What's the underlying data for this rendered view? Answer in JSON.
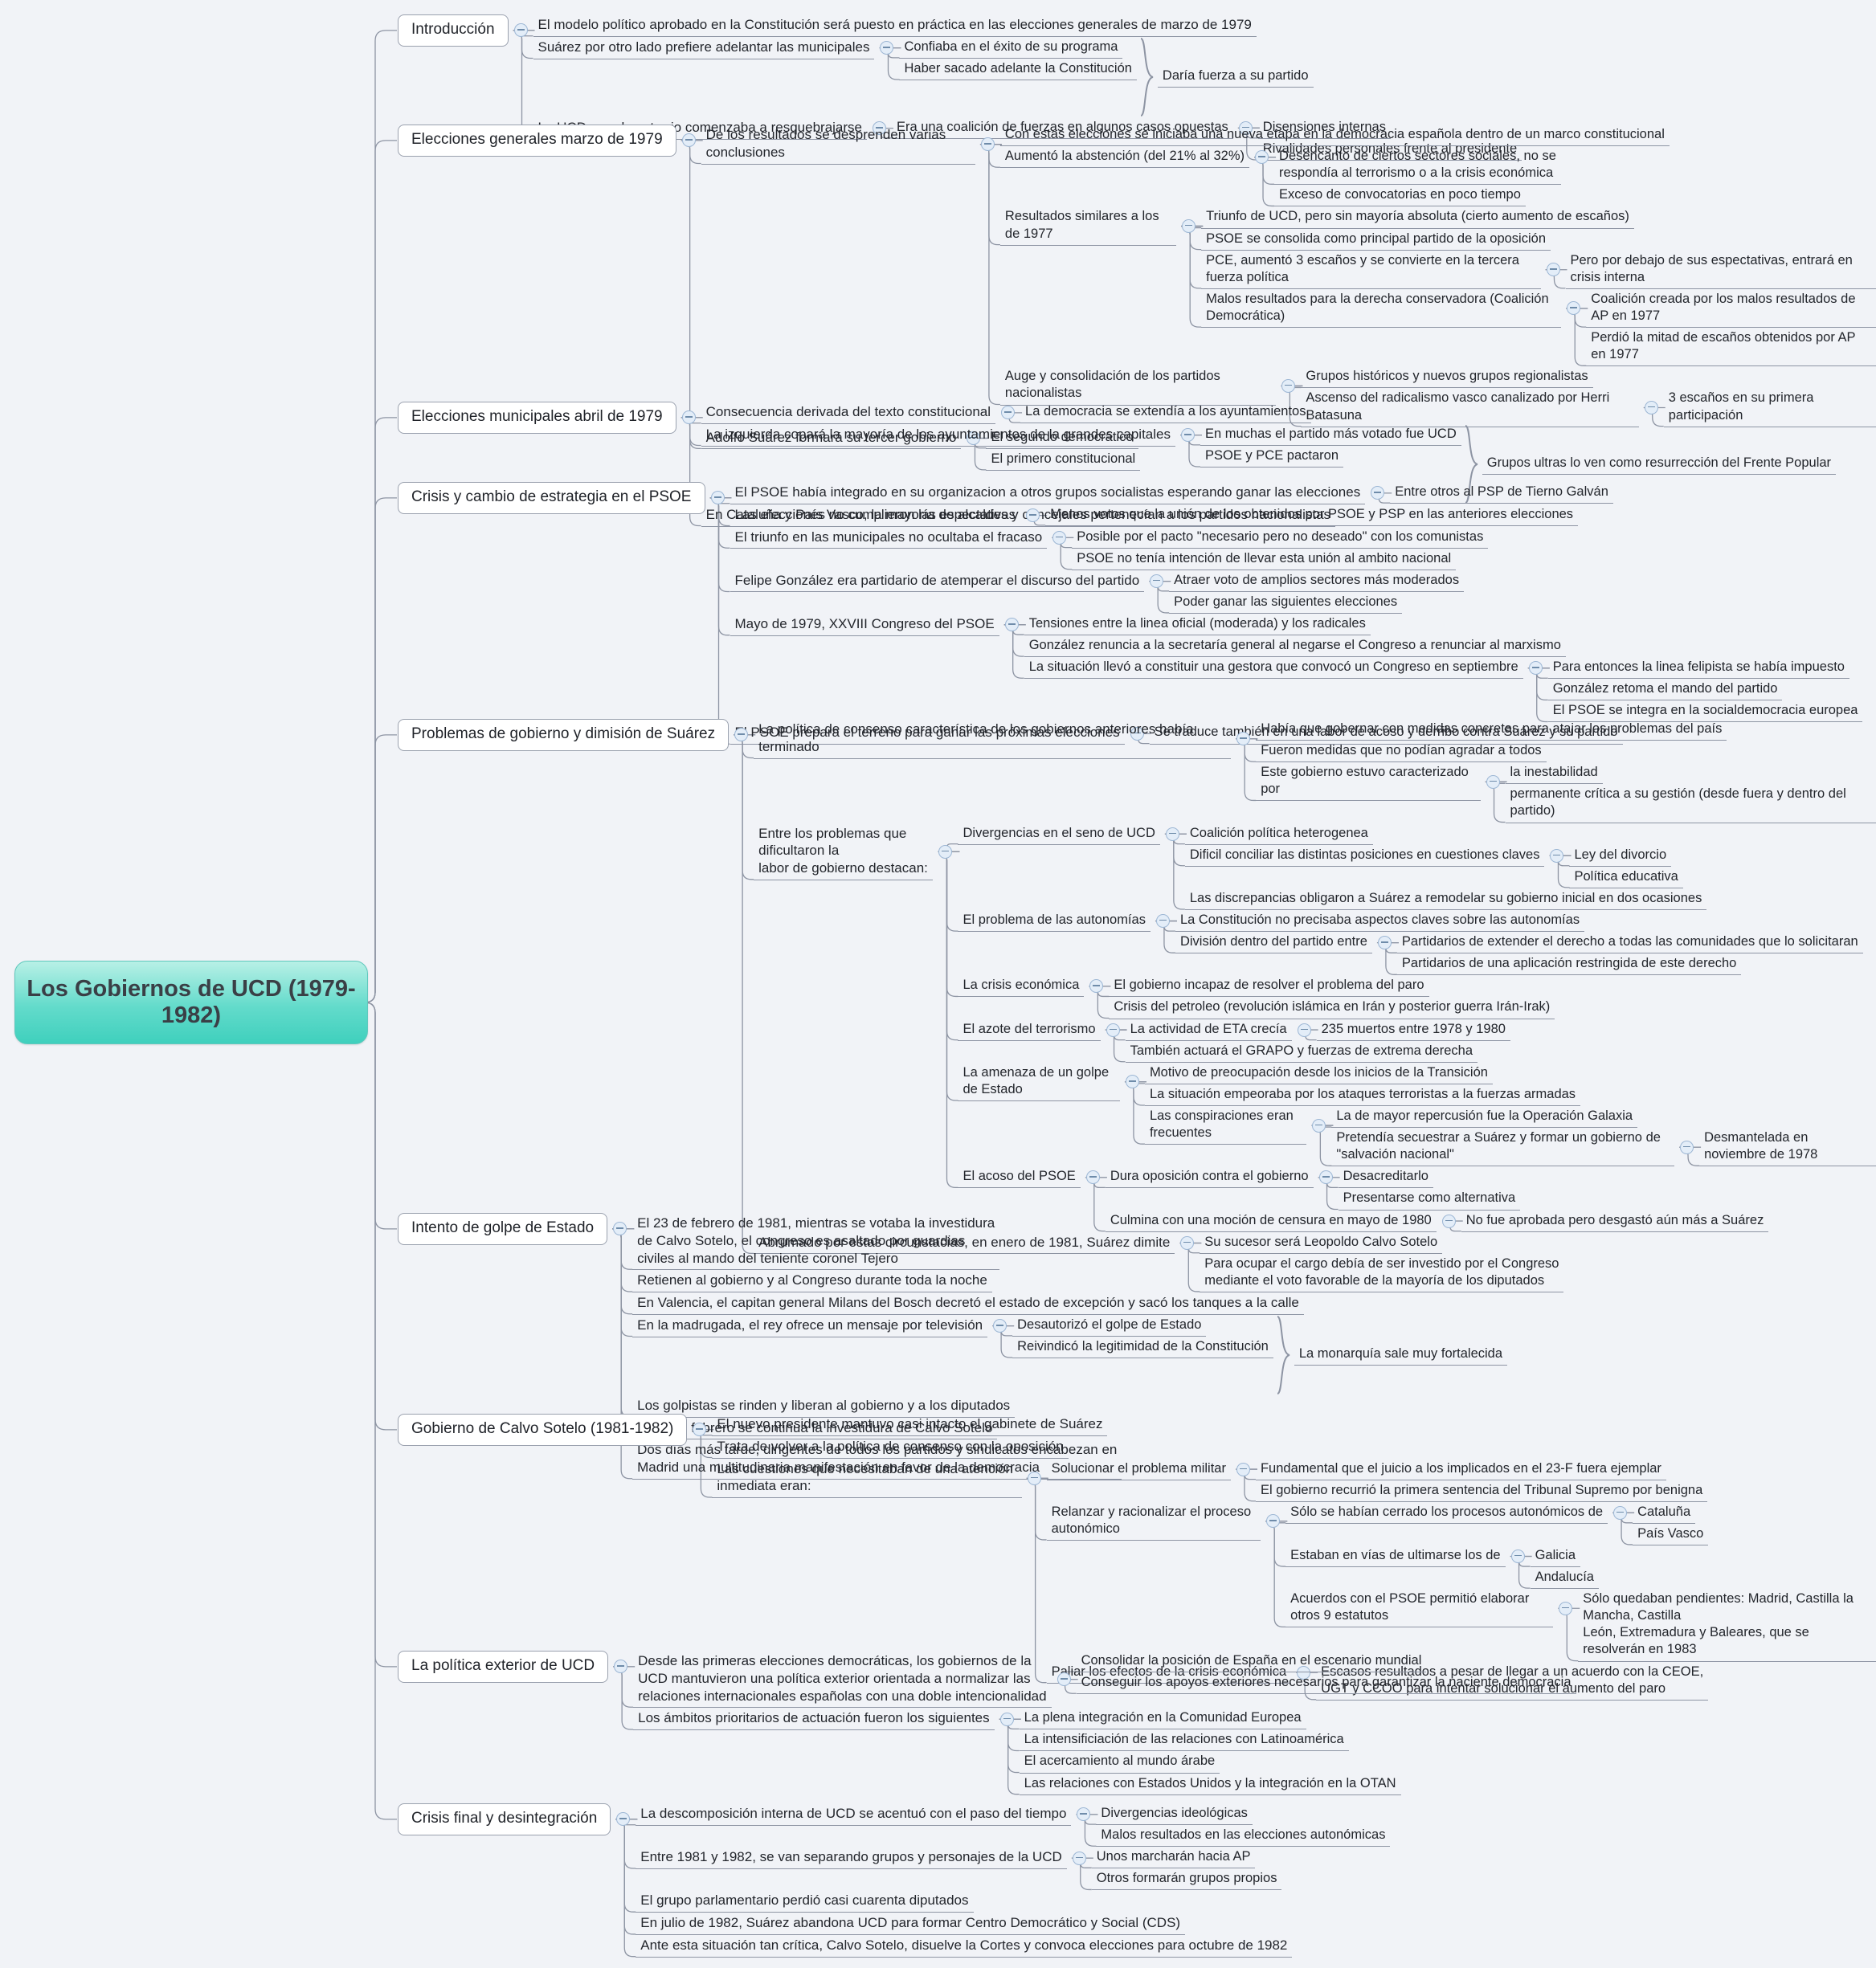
{
  "root": {
    "label": "Los Gobiernos de UCD (1979-1982)",
    "accent": "#3fd0bd"
  },
  "branches": [
    {
      "label": "Introducción",
      "children": [
        {
          "label": "El modelo político aprobado en la Constitución será puesto en práctica en las elecciones generales de marzo de 1979"
        },
        {
          "label": "Suárez por otro lado prefiere adelantar las municipales",
          "children": [
            {
              "label": "Confiaba en el éxito de su programa"
            },
            {
              "label": "Haber sacado adelante la Constitución"
            }
          ],
          "brace_note": "Daría fuerza a su partido"
        },
        {
          "label": "La UCD por el contrario comenzaba a resquebrajarse",
          "children": [
            {
              "label": "Era una coalición de fuerzas en algunos casos opuestas",
              "children": [
                {
                  "label": "Disensiones internas"
                },
                {
                  "label": "Rivalidades personales frente al presidente"
                }
              ]
            }
          ]
        }
      ]
    },
    {
      "label": "Elecciones generales marzo de 1979",
      "children": [
        {
          "label": "De los resultados se desprenden varias conclusiones",
          "children": [
            {
              "label": "Con estas elecciones se iniciaba una nueva etapa en la democracia española dentro de un marco constitucional"
            },
            {
              "label": "Aumentó la abstención (del 21% al 32%)",
              "children": [
                {
                  "label": "Desencanto de ciertos sectores sociales, no se\nrespondía al terrorismo o a la crisis económica"
                },
                {
                  "label": "Exceso de convocatorias en poco tiempo"
                }
              ]
            },
            {
              "label": "Resultados similares a los de 1977",
              "children": [
                {
                  "label": "Triunfo de UCD, pero sin mayoría absoluta (cierto aumento de escaños)"
                },
                {
                  "label": "PSOE se consolida como principal partido de la oposición"
                },
                {
                  "label": "PCE, aumentó 3 escaños y se convierte en la tercera fuerza política",
                  "children": [
                    {
                      "label": "Pero por debajo de sus espectativas, entrará en crisis interna"
                    }
                  ]
                },
                {
                  "label": "Malos resultados para la derecha conservadora (Coalición Democrática)",
                  "children": [
                    {
                      "label": "Coalición creada por los malos resultados de AP en 1977"
                    },
                    {
                      "label": "Perdió la mitad de escaños obtenidos por AP en 1977"
                    }
                  ]
                }
              ]
            },
            {
              "label": "Auge y consolidación de los partidos nacionalistas",
              "children": [
                {
                  "label": "Grupos históricos y nuevos grupos regionalistas"
                },
                {
                  "label": "Ascenso del radicalismo vasco canalizado por Herri Batasuna",
                  "children": [
                    {
                      "label": "3 escaños en su primera participación"
                    }
                  ]
                }
              ]
            }
          ]
        },
        {
          "label": "Adolfo Suárez formará su tercer gobierno",
          "children": [
            {
              "label": "El segundo democrático"
            },
            {
              "label": "El primero constitucional"
            }
          ]
        }
      ]
    },
    {
      "label": "Elecciones municipales abril de 1979",
      "children": [
        {
          "label": "Consecuencia derivada del texto constitucional",
          "children": [
            {
              "label": "La democracia se extendía a los ayuntamientos"
            }
          ]
        },
        {
          "label": "La izquierda copará la mayoría de los ayuntamientos de la grandes capitales",
          "children": [
            {
              "label": "En muchas el partido más votado fue UCD"
            },
            {
              "label": "PSOE y PCE pactaron"
            }
          ],
          "brace_note": "Grupos ultras lo ven como resurrección del Frente Popular"
        },
        {
          "label": "En Cataluña y País Vasco, la mayoría de alcaldes y concejales pertenecían a los partidos nacionalistas"
        }
      ]
    },
    {
      "label": "Crisis y cambio de estrategia en el PSOE",
      "children": [
        {
          "label": "El PSOE había integrado en su organizacion a otros grupos socialistas esperando ganar las elecciones",
          "children": [
            {
              "label": "Entre otros al PSP de Tierno Galván"
            }
          ]
        },
        {
          "label": "Las elecciones no cumplieron las espectativas",
          "children": [
            {
              "label": "Menos votos que la unión de los obtenidos por PSOE y PSP en las anteriores elecciones"
            }
          ]
        },
        {
          "label": "El triunfo en las municipales no ocultaba el fracaso",
          "children": [
            {
              "label": "Posible por el pacto \"necesario pero no deseado\" con los comunistas"
            },
            {
              "label": "PSOE no tenía intención de llevar esta unión al ambito nacional"
            }
          ]
        },
        {
          "label": "Felipe González era partidario de atemperar el discurso del partido",
          "children": [
            {
              "label": "Atraer voto de amplios sectores más moderados"
            },
            {
              "label": "Poder ganar las siguientes elecciones"
            }
          ]
        },
        {
          "label": "Mayo de 1979, XXVIII Congreso del PSOE",
          "children": [
            {
              "label": "Tensiones entre la linea oficial (moderada) y los radicales"
            },
            {
              "label": "González renuncia a la secretaría general al negarse el Congreso a renunciar al marxismo"
            },
            {
              "label": "La situación llevó a constituir una gestora que convocó un Congreso en septiembre",
              "children": [
                {
                  "label": "Para entonces la linea felipista se había impuesto"
                },
                {
                  "label": "González retoma el mando del partido"
                },
                {
                  "label": "El PSOE se integra en la socialdemocracia europea"
                }
              ]
            }
          ]
        },
        {
          "label": "El PSOE prepara el terreno para ganar las próximas elecciones",
          "children": [
            {
              "label": "Se traduce también en una labor de acoso y derribo contra Suárez y su partido"
            }
          ]
        }
      ]
    },
    {
      "label": "Problemas de gobierno y dimisión de Suárez",
      "children": [
        {
          "label": "La política de consenso característica de los gobiernos anteriores había terminado",
          "children": [
            {
              "label": "Había que gobernar con medidas concretas para atajar los problemas del país"
            },
            {
              "label": "Fueron medidas que no podían agradar a todos"
            },
            {
              "label": "Este gobierno estuvo caracterizado por",
              "children": [
                {
                  "label": "la inestabilidad"
                },
                {
                  "label": "permanente crítica a su gestión (desde fuera y dentro del partido)"
                }
              ]
            }
          ]
        },
        {
          "label": "Entre los problemas que dificultaron la\nlabor de gobierno destacan:",
          "children": [
            {
              "label": "Divergencias en el seno de UCD",
              "children": [
                {
                  "label": "Coalición política heterogenea"
                },
                {
                  "label": "Dificil conciliar las distintas posiciones en cuestiones claves",
                  "children": [
                    {
                      "label": "Ley del divorcio"
                    },
                    {
                      "label": "Política educativa"
                    }
                  ]
                },
                {
                  "label": "Las discrepancias obligaron a Suárez a remodelar su gobierno inicial en dos ocasiones"
                }
              ]
            },
            {
              "label": "El problema de las autonomías",
              "children": [
                {
                  "label": "La Constitución no precisaba aspectos claves sobre las autonomías"
                },
                {
                  "label": "División dentro del partido entre",
                  "children": [
                    {
                      "label": "Partidarios de extender el derecho a todas las comunidades que lo solicitaran"
                    },
                    {
                      "label": "Partidarios de una aplicación restringida de este derecho"
                    }
                  ]
                }
              ]
            },
            {
              "label": "La crisis económica",
              "children": [
                {
                  "label": "El gobierno incapaz de resolver el problema del paro"
                },
                {
                  "label": "Crisis del petroleo (revolución islámica en Irán y posterior guerra Irán-Irak)"
                }
              ]
            },
            {
              "label": "El azote del terrorismo",
              "children": [
                {
                  "label": "La actividad de ETA crecía",
                  "children": [
                    {
                      "label": "235 muertos entre 1978 y 1980"
                    }
                  ]
                },
                {
                  "label": "También actuará el GRAPO y fuerzas de extrema derecha"
                }
              ]
            },
            {
              "label": "La amenaza de un golpe de Estado",
              "children": [
                {
                  "label": "Motivo de preocupación desde los inicios de la Transición"
                },
                {
                  "label": "La situación empeoraba por los ataques terroristas a la fuerzas armadas"
                },
                {
                  "label": "Las conspiraciones eran frecuentes",
                  "children": [
                    {
                      "label": "La de mayor repercusión fue la Operación Galaxia"
                    },
                    {
                      "label": "Pretendía secuestrar a Suárez y formar un gobierno de \"salvación nacional\"",
                      "children": [
                        {
                          "label": "Desmantelada en noviembre de 1978"
                        }
                      ]
                    }
                  ]
                }
              ]
            },
            {
              "label": "El acoso del PSOE",
              "children": [
                {
                  "label": "Dura oposición contra el gobierno",
                  "children": [
                    {
                      "label": "Desacreditarlo"
                    },
                    {
                      "label": "Presentarse como alternativa"
                    }
                  ]
                },
                {
                  "label": "Culmina con una moción de censura en mayo de 1980",
                  "children": [
                    {
                      "label": "No fue aprobada pero desgastó aún más a Suárez"
                    }
                  ]
                }
              ]
            }
          ]
        },
        {
          "label": "Abrumado por estas circunstacias, en enero de 1981, Suárez dimite",
          "children": [
            {
              "label": "Su sucesor será Leopoldo Calvo Sotelo"
            },
            {
              "label": "Para ocupar el cargo debía de ser investido por el Congreso\nmediante el voto favorable de la mayoría de los diputados"
            }
          ]
        }
      ]
    },
    {
      "label": "Intento de golpe de Estado",
      "children": [
        {
          "label": "El 23 de febrero de 1981, mientras se votaba la investidura\nde Calvo Sotelo, el congreso es asaltado por guardias\nciviles al mando del teniente coronel Tejero"
        },
        {
          "label": "Retienen al gobierno y al Congreso durante toda la noche"
        },
        {
          "label": "En Valencia, el capitan general Milans del Bosch decretó el estado de excepción y sacó los tanques a la calle"
        },
        {
          "label": "En la madrugada, el rey ofrece un mensaje por televisión",
          "children": [
            {
              "label": "Desautorizó el golpe de Estado"
            },
            {
              "label": "Reivindicó la legitimidad de la Constitución"
            }
          ],
          "brace_note": "La monarquía sale muy fortalecida"
        },
        {
          "label": "Los golpistas se rinden y liberan al gobierno y a los diputados"
        },
        {
          "label": "El 25 de febrero se continua la investidura de Calvo Sotelo"
        },
        {
          "label": "Dos días más tarde, dirigentes de todos los partidos y sindicatos encabezan en\nMadrid una multitudinaria manifestación en favor de la democracia"
        }
      ]
    },
    {
      "label": "Gobierno de Calvo Sotelo (1981-1982)",
      "children": [
        {
          "label": "El nuevo presidente mantuvo casi intacto el gabinete de Suárez"
        },
        {
          "label": "Trata de volver a la política de consenso con la oposición"
        },
        {
          "label": "Las cuestiones que necesitaban de una atención inmediata eran:",
          "children": [
            {
              "label": "Solucionar el problema militar",
              "children": [
                {
                  "label": "Fundamental que el juicio a los implicados en el 23-F fuera ejemplar"
                },
                {
                  "label": "El gobierno recurrió la primera sentencia del Tribunal Supremo por benigna"
                }
              ]
            },
            {
              "label": "Relanzar y racionalizar el proceso autonómico",
              "children": [
                {
                  "label": "Sólo se habían cerrado los procesos autonómicos de",
                  "children": [
                    {
                      "label": "Cataluña"
                    },
                    {
                      "label": "País Vasco"
                    }
                  ]
                },
                {
                  "label": "Estaban en vías de ultimarse los de",
                  "children": [
                    {
                      "label": "Galicia"
                    },
                    {
                      "label": "Andalucía"
                    }
                  ]
                },
                {
                  "label": "Acuerdos con el PSOE permitió elaborar otros 9 estatutos",
                  "children": [
                    {
                      "label": "Sólo quedaban pendientes: Madrid, Castilla la Mancha, Castilla\nLeón, Extremadura y Baleares, que se resolverán en 1983"
                    }
                  ]
                }
              ]
            },
            {
              "label": "Paliar los efectos de la crisis económica",
              "children": [
                {
                  "label": "Escasos resultados a pesar de llegar a un acuerdo con la CEOE,\nUGT y CCOO para intentar solucionar el aumento del paro"
                }
              ]
            }
          ]
        }
      ]
    },
    {
      "label": "La política exterior de UCD",
      "children": [
        {
          "label": "Desde las primeras elecciones democráticas, los gobiernos de la\nUCD mantuvieron una política exterior orientada a normalizar las\nrelaciones internacionales españolas con una doble intencionalidad",
          "children": [
            {
              "label": "Consolidar la posición de España en el escenario mundial"
            },
            {
              "label": "Conseguir los apoyos exteriores necesarios para garantizar la naciente democracia"
            }
          ]
        },
        {
          "label": "Los ámbitos prioritarios de actuación fueron los siguientes",
          "children": [
            {
              "label": "La plena integración en la Comunidad Europea"
            },
            {
              "label": "La intensificiación de las relaciones con Latinoamérica"
            },
            {
              "label": "El acercamiento al mundo árabe"
            },
            {
              "label": "Las relaciones con Estados Unidos y la integración en la OTAN"
            }
          ]
        }
      ]
    },
    {
      "label": "Crisis final y desintegración",
      "children": [
        {
          "label": "La descomposición interna de UCD se acentuó con el paso del tiempo",
          "children": [
            {
              "label": "Divergencias ideológicas"
            },
            {
              "label": "Malos resultados en las elecciones autonómicas"
            }
          ]
        },
        {
          "label": "Entre 1981 y 1982, se van separando grupos y personajes de la UCD",
          "children": [
            {
              "label": "Unos marcharán hacia AP"
            },
            {
              "label": "Otros formarán grupos propios"
            }
          ]
        },
        {
          "label": "El grupo parlamentario perdió casi cuarenta diputados"
        },
        {
          "label": "En julio de 1982, Suárez abandona UCD para formar Centro Democrático y Social (CDS)"
        },
        {
          "label": "Ante esta situación tan crítica, Calvo Sotelo, disuelve la Cortes y convoca elecciones para octubre de 1982"
        }
      ]
    }
  ]
}
